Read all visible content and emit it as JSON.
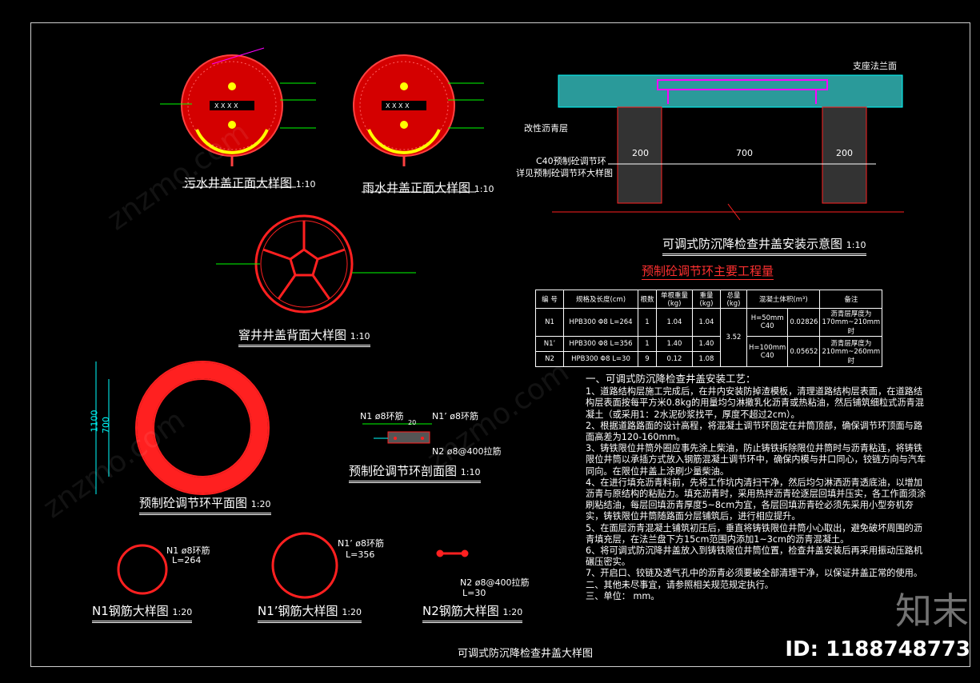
{
  "titles": {
    "sewage_cover": "污水井盖正面大样图",
    "sewage_scale": "1:10",
    "rain_cover": "雨水井盖正面大样图",
    "rain_scale": "1:10",
    "grate_back": "窨井井盖背面大样图",
    "grate_scale": "1:10",
    "ring_plan": "预制砼调节环平面图",
    "ring_plan_scale": "1:20",
    "ring_section": "预制砼调节环剖面图",
    "ring_section_scale": "1:10",
    "install_diagram": "可调式防沉降检查井盖安装示意图",
    "install_scale": "1:10",
    "n1": "N1钢筋大样图",
    "n1_scale": "1:20",
    "n1p": "N1’钢筋大样图",
    "n1p_scale": "1:20",
    "n2": "N2钢筋大样图",
    "n2_scale": "1:20",
    "sheet": "可调式防沉降检查井盖大样图"
  },
  "install": {
    "flange": "支座法兰面",
    "asphalt": "改性沥青层",
    "ring_line1": "C40预制砼调节环",
    "ring_line2": "详见预制砼调节环大样图",
    "dim_left": "200",
    "dim_mid": "700",
    "dim_right": "200"
  },
  "ring_plan": {
    "dim_outer": "1100",
    "dim_inner": "700"
  },
  "ring_section": {
    "n1": "N1  ø8环筋",
    "n1p": "N1’  ø8环筋",
    "n2": "N2  ø8@400拉筋",
    "dim": "20"
  },
  "rebar": {
    "n1_label": "N1  ø8环筋",
    "n1_len": "L=264",
    "n1p_label": "N1’  ø8环筋",
    "n1p_len": "L=356",
    "n2_label": "N2  ø8@400拉筋",
    "n2_len": "L=30"
  },
  "table": {
    "title": "预制砼调节环主要工程量",
    "headers": [
      "编  号",
      "规格及长度(cm)",
      "根数",
      "单根重量(kg)",
      "重量(kg)",
      "总量(kg)",
      "混凝土体积(m³)",
      "",
      "备注"
    ],
    "rows": [
      [
        "N1",
        "HPB300  Φ8   L=264",
        "1",
        "1.04",
        "1.04"
      ],
      [
        "N1’",
        "HPB300  Φ8   L=356",
        "1",
        "1.40",
        "1.40"
      ],
      [
        "N2",
        "HPB300  Φ8   L=30",
        "9",
        "0.12",
        "1.08"
      ]
    ],
    "total": "3.52",
    "conc_a_h": "H=50mm",
    "conc_a_c": "C40",
    "conc_a_v": "0.02826",
    "conc_b_h": "H=100mm",
    "conc_b_c": "C40",
    "conc_b_v": "0.05652",
    "remark_a1": "沥青层厚度为",
    "remark_a2": "170mm~210mm时",
    "remark_b1": "沥青层厚度为",
    "remark_b2": "210mm~260mm时"
  },
  "notes": [
    "一、可调式防沉降检查井盖安装工艺：",
    "1、道路结构层施工完成后，在井内安装防掉渣模板，清理道路结构层表面，在道路结构层表面按每平方米0.8kg的用量均匀淋撒乳化沥青或热粘油，然后铺筑细粒式沥青混凝土（或采用1：2水泥砂浆找平，厚度不超过2cm）。",
    "2、根据道路路面的设计高程，将混凝土调节环固定在井筒顶部，确保调节环顶面与路面高差为120-160mm。",
    "3、铸铁限位井筒外圈应事先涂上柴油，防止铸铁拆除限位井筒时与沥青粘连，将铸铁限位井筒以承插方式放入钢筋混凝土调节环中，确保内模与井口同心，铰链方向与汽车同向。在限位井盖上涂刷少量柴油。",
    "4、在进行填充沥青料前，先将工作坑内清扫干净，然后均匀淋洒沥青透底油，以增加沥青与原结构的粘贴力。填充沥青时，采用热拌沥青砼逐层回填并压实，各工作面须涂刷粘结油，每层回填沥青厚度5~8cm为宜，各层回填沥青砼必须先采用小型夯机夯实，铸铁限位井筒随路面分层铺筑后，进行相应提升。",
    "5、在面层沥青混凝土铺筑初压后，垂直将铸铁限位井筒小心取出，避免破坏周围的沥青填充层，在法兰盘下方15cm范围内添加1~3cm的沥青混凝土。",
    "6、将可调式防沉降井盖放入到铸铁限位井筒位置，检查井盖安装后再采用振动压路机碾压密实。",
    "7、开启口、铰链及透气孔中的沥青必须要被全部清理干净，以保证井盖正常的使用。",
    "二、其他未尽事宜，请参照相关规范规定执行。",
    "三、单位：  mm。"
  ],
  "callouts": [
    "X X X X",
    "X X X X"
  ],
  "badge": {
    "logo": "知末",
    "id": "ID: 1188748773"
  },
  "watermark": "znzmo.com",
  "colors": {
    "red": "#ff1a1a",
    "cyan": "#00ffff",
    "yellow": "#ffff00",
    "green": "#00ff00",
    "magenta": "#ff00ff",
    "white": "#ffffff"
  }
}
